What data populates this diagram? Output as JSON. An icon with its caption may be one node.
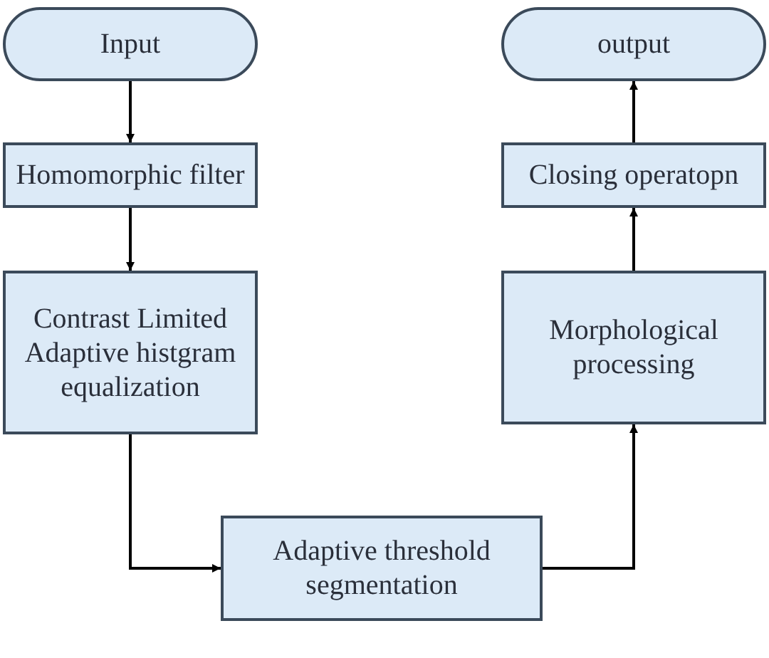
{
  "diagram": {
    "nodes": [
      {
        "text": [
          "Input"
        ]
      },
      {
        "text": [
          "Homomorphic filter"
        ]
      },
      {
        "text": [
          "Contrast Limited Adaptive histgram equalization"
        ]
      },
      {
        "text": [
          "Adaptive threshold segmentation"
        ]
      },
      {
        "text": [
          "Morphological processing"
        ]
      },
      {
        "text": [
          "Closing operatopn"
        ]
      },
      {
        "text": [
          "output"
        ]
      }
    ],
    "edges": [
      {
        "from": 0,
        "to": 1,
        "arrow": "to"
      },
      {
        "from": 1,
        "to": 2,
        "arrow": "to"
      },
      {
        "from": 2,
        "to": 3,
        "arrow": "to"
      },
      {
        "from": 3,
        "to": 4,
        "arrow": "to"
      },
      {
        "from": 4,
        "to": 5,
        "arrow": "to"
      },
      {
        "from": 5,
        "to": 6,
        "arrow": "to"
      }
    ]
  }
}
